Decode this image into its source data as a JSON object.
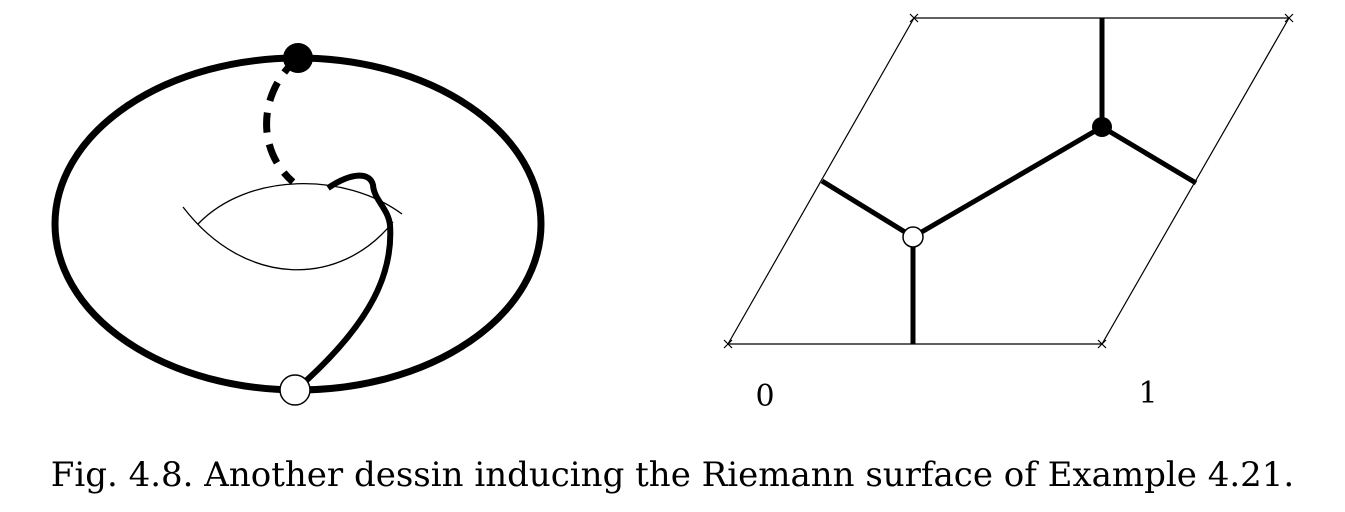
{
  "caption": "Fig. 4.8.  Another dessin inducing the Riemann surface of Example 4.21.",
  "lattice_labels": {
    "origin": "0",
    "unit": "1"
  },
  "colors": {
    "ink": "#000000",
    "paper": "#ffffff"
  }
}
